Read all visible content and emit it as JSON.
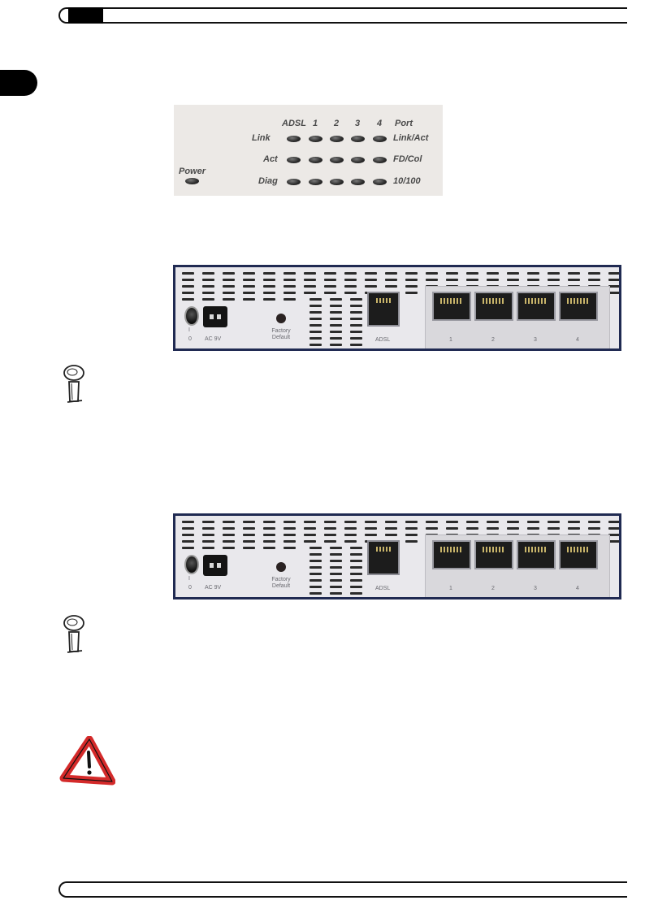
{
  "led_panel": {
    "column_labels": [
      "ADSL",
      "1",
      "2",
      "3",
      "4",
      "Port"
    ],
    "row_labels": [
      "Link",
      "Act",
      "Diag"
    ],
    "port_row_labels": [
      "Link/Act",
      "FD/Col",
      "10/100"
    ],
    "power_label": "Power"
  },
  "rear_panel": {
    "switch_labels": {
      "on": "I",
      "off": "0"
    },
    "power_socket_label": "AC 9V",
    "reset_label_line1": "Factory",
    "reset_label_line2": "Default",
    "adsl_label": "ADSL",
    "lan_port_labels": [
      "1",
      "2",
      "3",
      "4"
    ]
  },
  "icons": {
    "note_icon": "info-icon",
    "caution_icon": "warning-triangle-icon"
  },
  "colors": {
    "warning_red": "#d42a2a",
    "panel_border": "#202a52"
  }
}
